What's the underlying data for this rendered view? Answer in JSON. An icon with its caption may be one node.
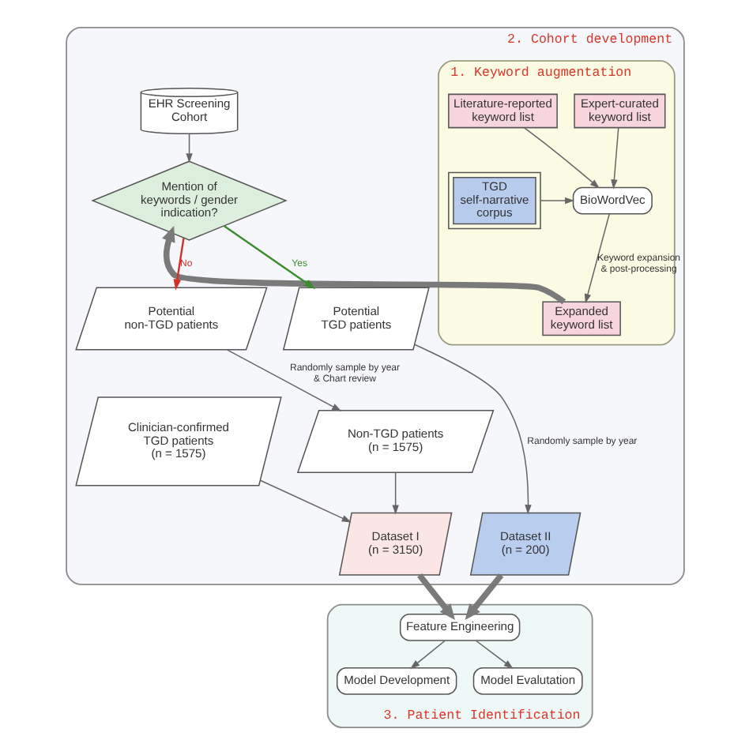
{
  "diagram": {
    "nodes": [
      {
        "text": [
          "2. Cohort development"
        ]
      },
      {
        "text": [
          "1. Keyword augmentation"
        ],
        "in": 0
      },
      {
        "text": [
          "Literature-reported keyword list"
        ],
        "in": 1
      },
      {
        "text": [
          "Expert-curated keyword list"
        ],
        "in": 1
      },
      {
        "text": [
          "TGD self-narrative corpus"
        ],
        "in": 1
      },
      {
        "text": [
          "BioWordVec"
        ],
        "in": 1
      },
      {
        "text": [
          "Expanded keyword list"
        ],
        "in": 1
      },
      {
        "text": [
          "EHR Screening Cohort"
        ],
        "in": 0
      },
      {
        "text": [
          "Mention of keywords / gender indication?"
        ],
        "in": 0
      },
      {
        "text": [
          "Potential non-TGD patients"
        ],
        "in": 0
      },
      {
        "text": [
          "Potential TGD patients"
        ],
        "in": 0
      },
      {
        "text": [
          "Clinician-confirmed TGD patients (n = 1575)"
        ],
        "in": 0
      },
      {
        "text": [
          "Non-TGD patients (n = 1575)"
        ],
        "in": 0
      },
      {
        "text": [
          "Dataset I (n = 3150)"
        ],
        "in": 0
      },
      {
        "text": [
          "Dataset II (n = 200)"
        ],
        "in": 0
      },
      {
        "text": [
          "3. Patient Identification"
        ]
      },
      {
        "text": [
          "Feature Engineering"
        ],
        "in": 15
      },
      {
        "text": [
          "Model Development"
        ],
        "in": 15
      },
      {
        "text": [
          "Model Evalutation"
        ],
        "in": 15
      }
    ],
    "edges": [
      {
        "from": 2,
        "to": 5,
        "arrow": "to"
      },
      {
        "from": 3,
        "to": 5,
        "arrow": "to"
      },
      {
        "from": 4,
        "to": 5,
        "arrow": "to"
      },
      {
        "from": 5,
        "to": 6,
        "arrow": "to",
        "label": "Keyword expansion & post-processing"
      },
      {
        "from": 6,
        "to": 8,
        "arrow": "to",
        "style": "thick"
      },
      {
        "from": 7,
        "to": 8,
        "arrow": "to"
      },
      {
        "from": 8,
        "to": 9,
        "arrow": "to",
        "label": "No",
        "color": "#d0312d"
      },
      {
        "from": 8,
        "to": 10,
        "arrow": "to",
        "label": "Yes",
        "color": "#3b8c2e"
      },
      {
        "from": 9,
        "to": 12,
        "arrow": "to",
        "label": "Randomly sample by year & Chart review"
      },
      {
        "from": 10,
        "to": 14,
        "arrow": "to",
        "label": "Randomly sample by year"
      },
      {
        "from": 11,
        "to": 13,
        "arrow": "to"
      },
      {
        "from": 12,
        "to": 13,
        "arrow": "to"
      },
      {
        "from": 13,
        "to": 16,
        "arrow": "to",
        "style": "thick"
      },
      {
        "from": 14,
        "to": 16,
        "arrow": "to",
        "style": "thick"
      },
      {
        "from": 16,
        "to": 17,
        "arrow": "to"
      },
      {
        "from": 16,
        "to": 18,
        "arrow": "to"
      }
    ]
  }
}
